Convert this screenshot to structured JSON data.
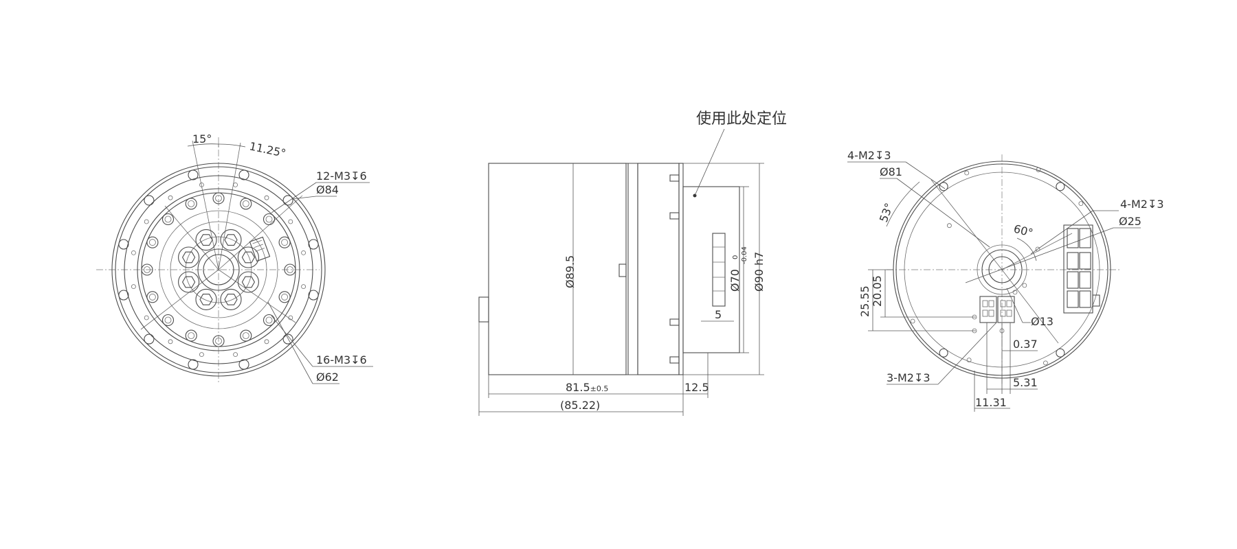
{
  "labels": {
    "locate_here": "使用此处定位",
    "angle_15": "15°",
    "angle_1125": "11.25°",
    "holes_12": "12-M3",
    "holes_12_depth": "6",
    "dia_84": "Ø84",
    "holes_16": "16-M3",
    "holes_16_depth": "6",
    "dia_62": "Ø62",
    "dia_895": "Ø89.5",
    "dia_70": "Ø70",
    "tol_70_upper": "0",
    "tol_70_lower": "-0.04",
    "dia_90": "Ø90 h7",
    "dim_5": "5",
    "len_815": "81.5",
    "len_815_tol": "±0.5",
    "len_125": "12.5",
    "len_8522": "(85.22)",
    "holes_4a": "4-M2",
    "holes_4a_depth": "3",
    "dia_81": "Ø81",
    "angle_53": "53°",
    "angle_60": "60°",
    "holes_4b": "4-M2",
    "holes_4b_depth": "3",
    "dia_25": "Ø25",
    "dim_2555": "25.55",
    "dim_2005": "20.05",
    "dia_13": "Ø13",
    "dim_037": "0.37",
    "holes_3": "3-M2",
    "holes_3_depth": "3",
    "dim_531": "5.31",
    "dim_1131": "11.31"
  },
  "depth_symbol": "↧"
}
